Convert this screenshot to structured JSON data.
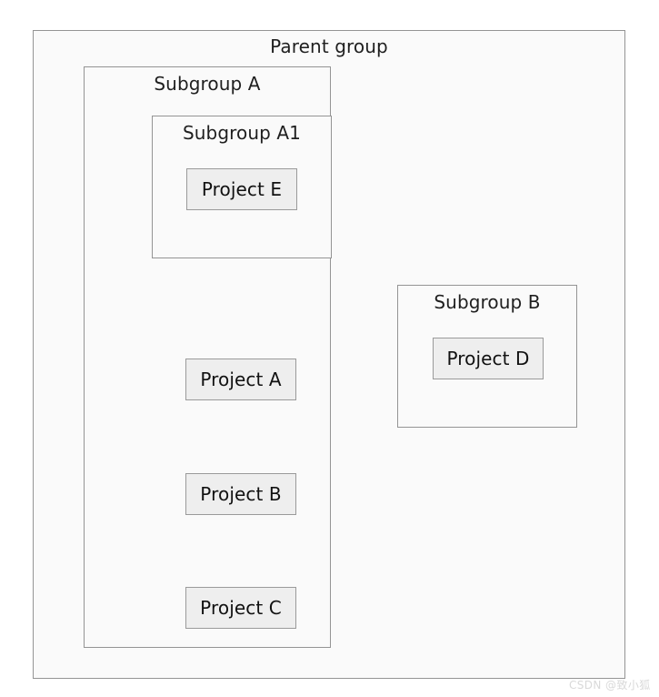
{
  "diagram": {
    "type": "nested-group-hierarchy",
    "background_color": "#ffffff",
    "group_fill": "#fafafa",
    "group_border": "#949494",
    "project_fill": "#eeeeee",
    "project_border": "#9a9a9a",
    "text_color": "#1f1f1f"
  },
  "parent_group": {
    "label": "Parent group",
    "subgroup_a": {
      "label": "Subgroup A",
      "subgroup_a1": {
        "label": "Subgroup A1",
        "project_e": {
          "label": "Project E"
        }
      },
      "project_a": {
        "label": "Project A"
      },
      "project_b": {
        "label": "Project B"
      },
      "project_c": {
        "label": "Project C"
      }
    },
    "subgroup_b": {
      "label": "Subgroup B",
      "project_d": {
        "label": "Project D"
      }
    }
  },
  "watermark": {
    "text": "CSDN @致小狐"
  }
}
